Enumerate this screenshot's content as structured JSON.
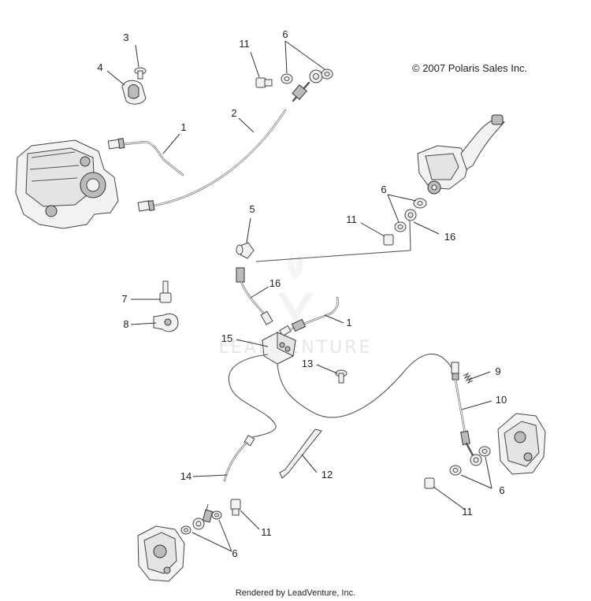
{
  "copyright": "© 2007 Polaris Sales Inc.",
  "watermark": "LEADVENTURE",
  "footer": "Rendered by LeadVenture, Inc.",
  "callouts": [
    {
      "id": "c3",
      "label": "3"
    },
    {
      "id": "c4",
      "label": "4"
    },
    {
      "id": "c11a",
      "label": "11"
    },
    {
      "id": "c6a",
      "label": "6"
    },
    {
      "id": "c2",
      "label": "2"
    },
    {
      "id": "c1a",
      "label": "1"
    },
    {
      "id": "c6b",
      "label": "6"
    },
    {
      "id": "c11b",
      "label": "11"
    },
    {
      "id": "c16a",
      "label": "16"
    },
    {
      "id": "c5",
      "label": "5"
    },
    {
      "id": "c16b",
      "label": "16"
    },
    {
      "id": "c7",
      "label": "7"
    },
    {
      "id": "c8",
      "label": "8"
    },
    {
      "id": "c1b",
      "label": "1"
    },
    {
      "id": "c15",
      "label": "15"
    },
    {
      "id": "c13",
      "label": "13"
    },
    {
      "id": "c9",
      "label": "9"
    },
    {
      "id": "c10",
      "label": "10"
    },
    {
      "id": "c14",
      "label": "14"
    },
    {
      "id": "c12",
      "label": "12"
    },
    {
      "id": "c6c",
      "label": "6"
    },
    {
      "id": "c11c",
      "label": "11"
    },
    {
      "id": "c11d",
      "label": "11"
    },
    {
      "id": "c6d",
      "label": "6"
    }
  ]
}
